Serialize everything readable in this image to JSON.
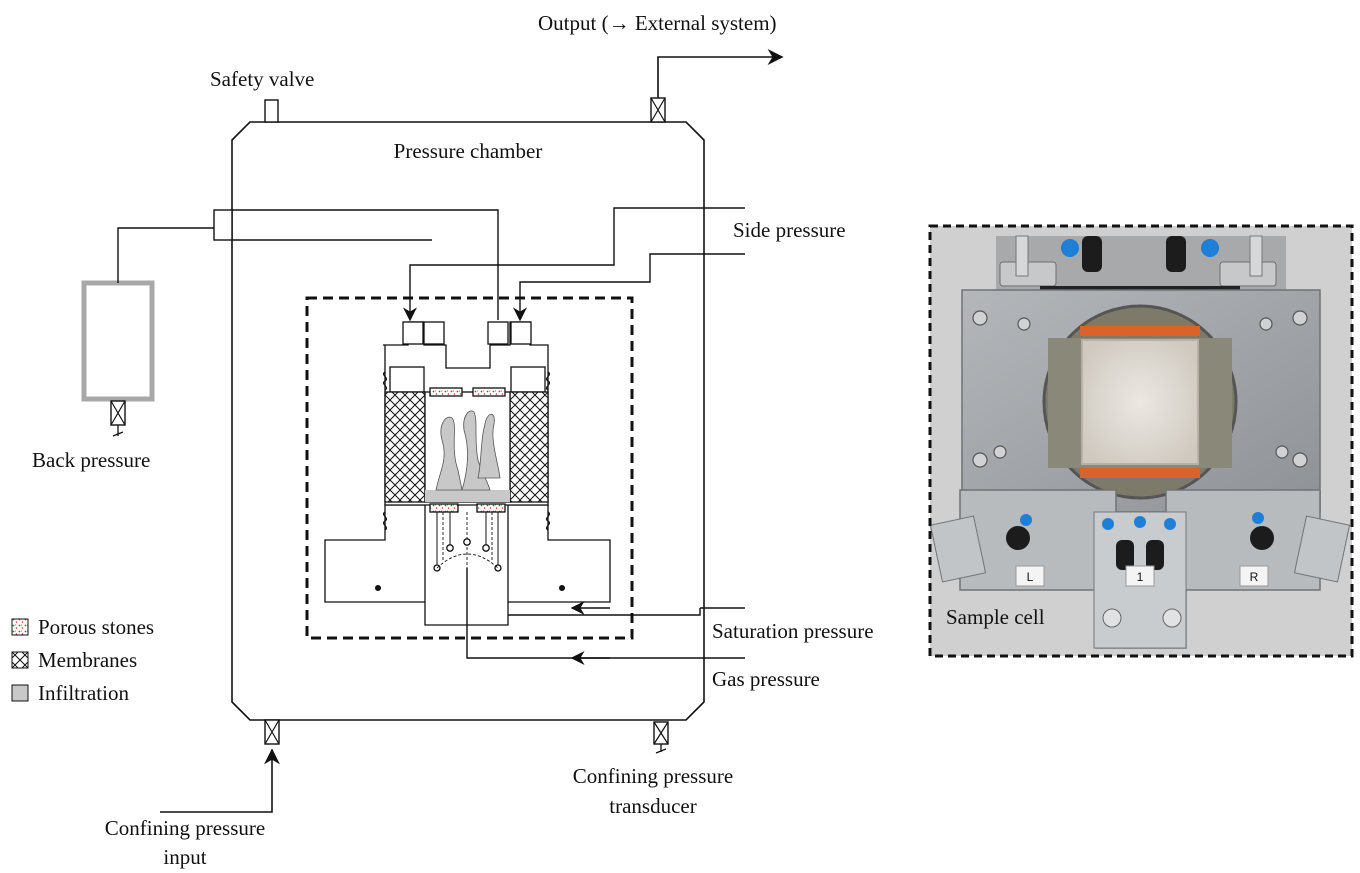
{
  "labels": {
    "output": "Output (→ External system)",
    "safety_valve": "Safety valve",
    "pressure_chamber": "Pressure chamber",
    "side_pressure": "Side pressure",
    "back_pressure": "Back pressure",
    "saturation_pressure": "Saturation pressure",
    "gas_pressure": "Gas pressure",
    "confining_input_line1": "Confining pressure",
    "confining_input_line2": "input",
    "confining_transducer_line1": "Confining pressure",
    "confining_transducer_line2": "transducer",
    "sample_cell": "Sample cell"
  },
  "legend": [
    {
      "id": "porous",
      "label": "Porous stones"
    },
    {
      "id": "membrane",
      "label": "Membranes"
    },
    {
      "id": "infiltration",
      "label": "Infiltration"
    }
  ],
  "photo_tags": {
    "left": "L",
    "center": "1",
    "right": "R"
  },
  "colors": {
    "line": "#111111",
    "porous_stone": "#c0392b",
    "infiltration": "#c8c8c8",
    "back_pressure_vessel": "#a8a8a8",
    "plate": "#9fa3a6",
    "sample": "#e8e4de",
    "orange_seal": "#d9632b",
    "blue_fitting": "#1f7fd6"
  }
}
